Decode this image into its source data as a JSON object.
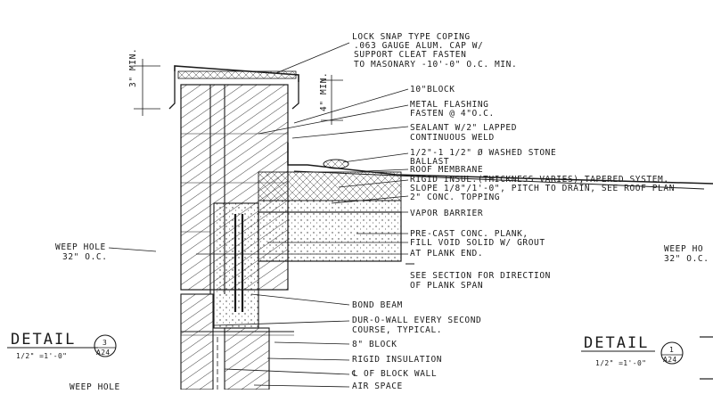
{
  "notes": {
    "coping": [
      "LOCK SNAP TYPE COPING",
      ".063 GAUGE ALUM. CAP W/",
      "SUPPORT CLEAT FASTEN",
      "TO MASONARY -10'-0\" O.C. MIN."
    ],
    "block10": "10\"BLOCK",
    "flashing": [
      "METAL FLASHING",
      "FASTEN @ 4\"O.C."
    ],
    "sealant": [
      "SEALANT W/2\" LAPPED",
      "CONTINUOUS WELD"
    ],
    "stone": [
      "1/2\"-1 1/2\" Ø WASHED STONE",
      "BALLAST"
    ],
    "membrane": "ROOF MEMBRANE",
    "rigid_insul": [
      "RIGID INSUL.(THICKNESS VARIES),TAPERED SYSTEM.",
      "SLOPE 1/8\"/1'-0\", PITCH TO DRAIN, SEE ROOF PLAN"
    ],
    "topping": "2\" CONC. TOPPING",
    "vapor": "VAPOR BARRIER",
    "plank": [
      "PRE-CAST CONC. PLANK,",
      "FILL VOID SOLID W/ GROUT",
      "AT PLANK END."
    ],
    "section_ref": [
      "SEE SECTION FOR DIRECTION",
      "OF PLANK SPAN"
    ],
    "bond_beam": "BOND BEAM",
    "dur_o_wall": [
      "DUR-O-WALL EVERY SECOND",
      "COURSE, TYPICAL."
    ],
    "block8": "8\" BLOCK",
    "rigid_insulation": "RIGID INSULATION",
    "cl_block": "℄ OF BLOCK WALL",
    "air_space": "AIR SPACE",
    "weep_left": [
      "WEEP HOLE",
      "32\" O.C."
    ],
    "weep_right": [
      "WEEP HO",
      "32\" O.C."
    ],
    "weep_bottom": "WEEP HOLE"
  },
  "dims": {
    "min3": "3\" MIN.",
    "min4": "4\" MIN."
  },
  "details": {
    "left": {
      "title": "DETAIL",
      "number": "3",
      "sheet": "A24",
      "scale": "1/2\" =1'-0\""
    },
    "right": {
      "title": "DETAIL",
      "number": "1",
      "sheet": "A24",
      "scale": "1/2\" =1'-0\""
    }
  }
}
